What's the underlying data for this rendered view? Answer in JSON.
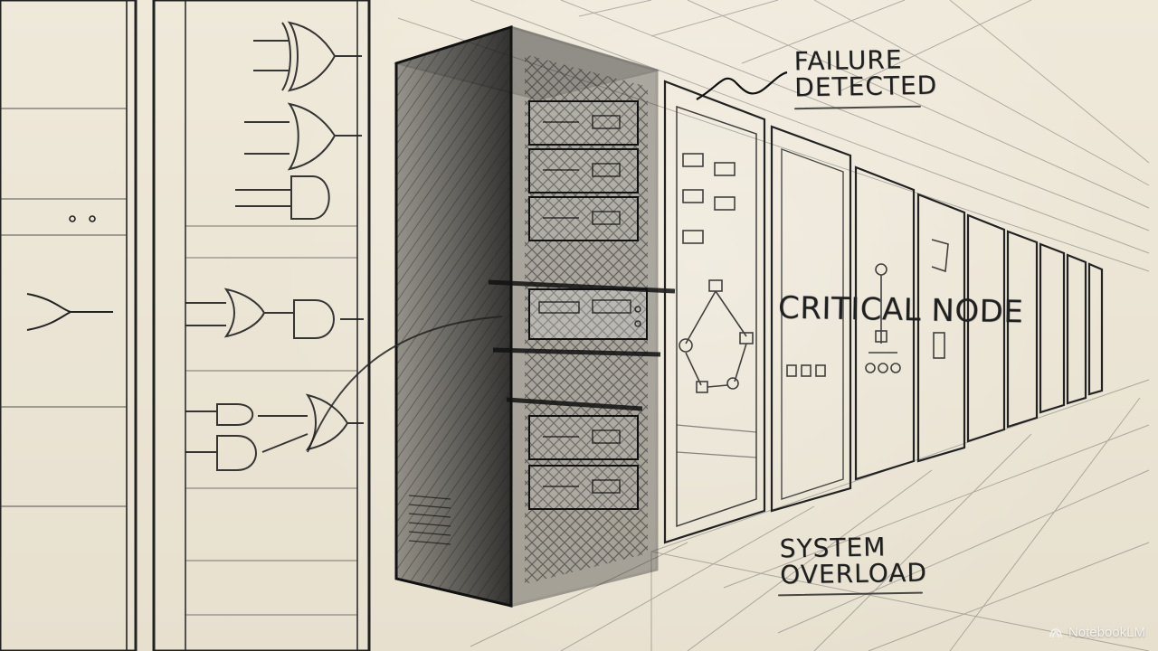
{
  "labels": {
    "failure_line1": "FAILURE",
    "failure_line2": "DETECTED",
    "critical": "CRITICAL NODE",
    "overload_line1": "SYSTEM",
    "overload_line2": "OVERLOAD"
  },
  "watermark": {
    "text": "NotebookLM",
    "icon": "notebooklm-logo-icon"
  },
  "colors": {
    "paper": "#ece7d8",
    "ink": "#1f1f1f",
    "shade": "#2b2b2b"
  }
}
